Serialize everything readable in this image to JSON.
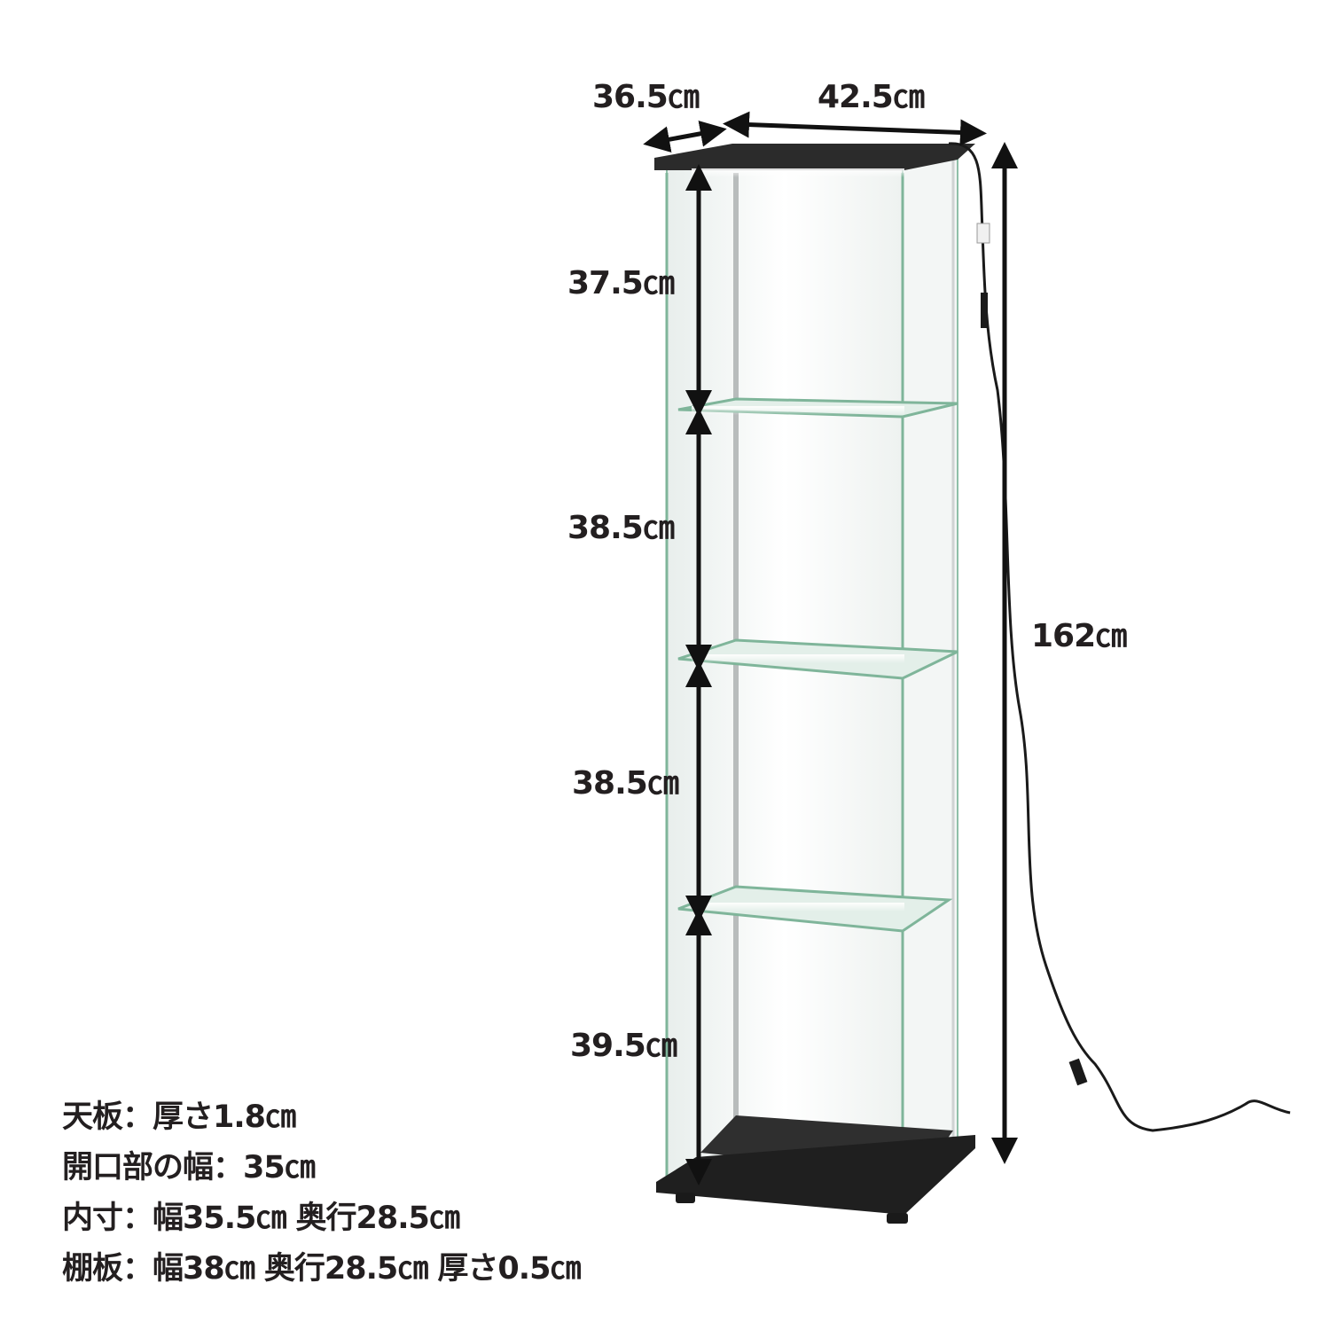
{
  "dimensions": {
    "depth": "36.5㎝",
    "width": "42.5㎝",
    "total_height": "162㎝",
    "shelf_heights": [
      "37.5㎝",
      "38.5㎝",
      "38.5㎝",
      "39.5㎝"
    ]
  },
  "specs": [
    "天板：厚さ1.8㎝",
    "開口部の幅：35㎝",
    "内寸：幅35.5㎝ 奥行28.5㎝",
    "棚板：幅38㎝ 奥行28.5㎝ 厚さ0.5㎝"
  ],
  "colors": {
    "board": "#2b2b2b",
    "glass_edge": "#7fb59a",
    "arrow": "#111111",
    "text": "#231f20"
  }
}
